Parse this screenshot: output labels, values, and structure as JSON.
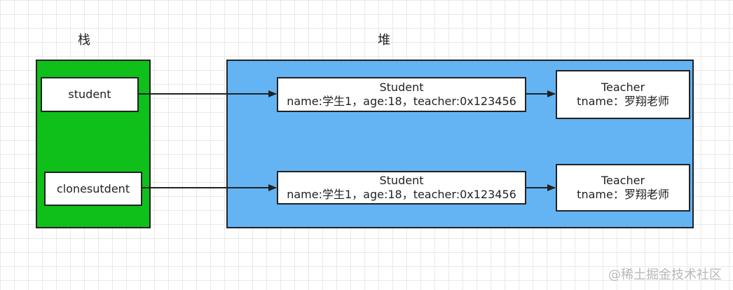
{
  "stack": {
    "title": "栈",
    "color": "#0fbf1a",
    "items": [
      "student",
      "clonesutdent"
    ]
  },
  "heap": {
    "title": "堆",
    "color": "#64b4f4",
    "rows": [
      {
        "student": {
          "title": "Student",
          "fields": "name:学生1，age:18，teacher:0x123456"
        },
        "teacher": {
          "title": "Teacher",
          "fields": "tname：罗翔老师"
        }
      },
      {
        "student": {
          "title": "Student",
          "fields": "name:学生1，age:18，teacher:0x123456"
        },
        "teacher": {
          "title": "Teacher",
          "fields": "tname：罗翔老师"
        }
      }
    ]
  },
  "watermark": "@稀土掘金技术社区"
}
